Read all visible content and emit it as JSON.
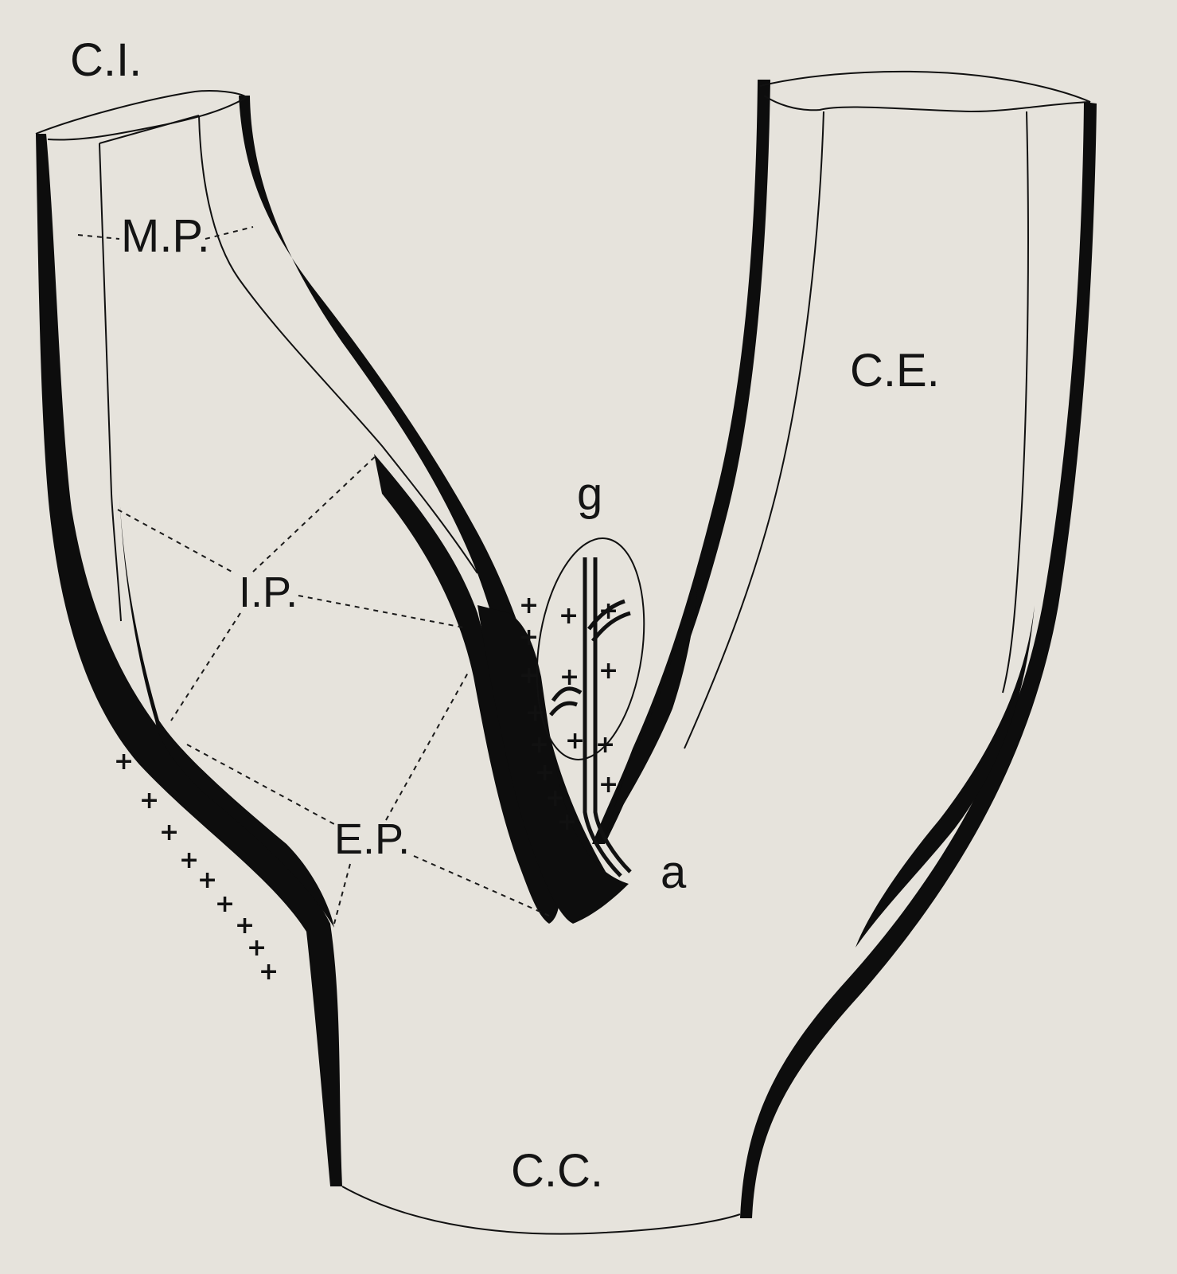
{
  "labels": {
    "ci": "C.I.",
    "mp": "M.P.",
    "ce": "C.E.",
    "g": "g",
    "ip": "I.P.",
    "ep": "E.P.",
    "a": "a",
    "cc": "C.C."
  },
  "colors": {
    "paper": "#e6e3dc",
    "ink": "#0d0d0d"
  },
  "markers": {
    "plus_glyph": "+"
  }
}
